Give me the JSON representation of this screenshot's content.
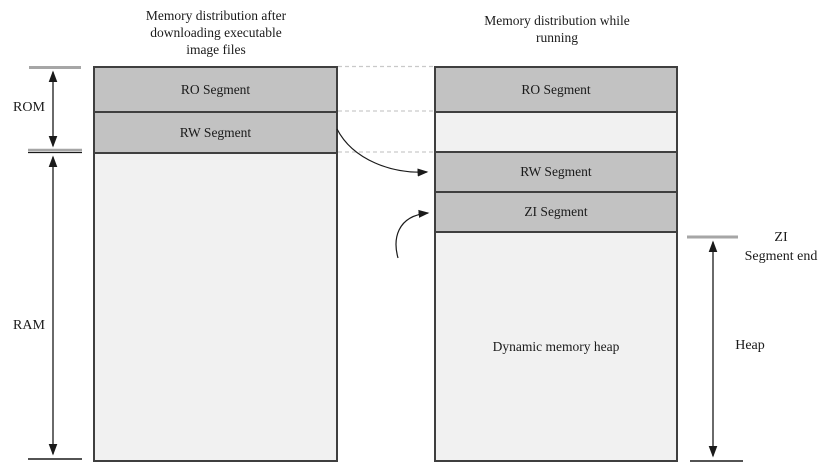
{
  "diagram": {
    "left": {
      "title_lines": [
        "Memory distribution after",
        "downloading executable",
        "image files"
      ],
      "segments": {
        "ro": "RO Segment",
        "rw": "RW Segment"
      },
      "extent_labels": {
        "rom": "ROM",
        "ram": "RAM"
      }
    },
    "right": {
      "title_lines": [
        "Memory distribution while",
        "running"
      ],
      "segments": {
        "ro": "RO Segment",
        "rw": "RW Segment",
        "zi": "ZI Segment",
        "heap": "Dynamic memory heap"
      },
      "markers": {
        "zi_end_lines": [
          "ZI",
          "Segment end"
        ],
        "heap": "Heap"
      }
    },
    "colors": {
      "segment_fill": "#c2c2c2",
      "light_fill": "#f1f1f1",
      "box_border": "#3f3f3f",
      "dashed_line": "#c9c9c9",
      "tick_gray": "#a6a6a6",
      "arrow": "#1a1a1a"
    }
  }
}
